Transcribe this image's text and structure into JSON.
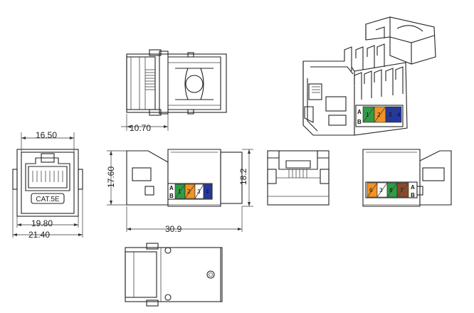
{
  "dimensions": {
    "top_width": "16.50",
    "depth_top": "10.70",
    "outer_width_1": "19.80",
    "outer_width_2": "21.40",
    "height_left": "17.60",
    "height_right": "18.2",
    "length": "30.9"
  },
  "labels": {
    "cat": "CAT.5E",
    "row_a": "A",
    "row_b": "B"
  },
  "pinblock_left": {
    "numbers": [
      "1",
      "2",
      "3",
      "4"
    ],
    "colors": [
      "#2e9d45",
      "#f29422",
      "#2438a0"
    ]
  },
  "pinblock_right": {
    "numbers": [
      "6",
      "3",
      "8",
      "7"
    ],
    "colors": [
      "#f29422",
      "#2e9d45",
      "#8a4a2a"
    ]
  },
  "pinblock_iso": {
    "numbers": [
      "1",
      "2",
      "3",
      "4"
    ],
    "colors": [
      "#2e9d45",
      "#f29422",
      "#2438a0"
    ]
  }
}
